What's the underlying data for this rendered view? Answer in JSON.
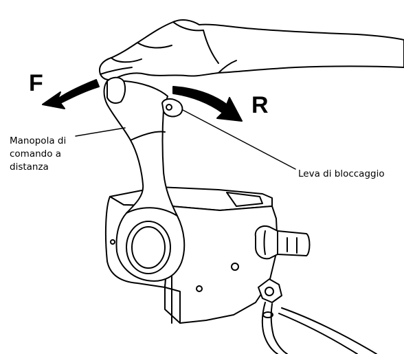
{
  "direction_labels": {
    "forward": "F",
    "reverse": "R"
  },
  "callouts": {
    "remote_handle": [
      "Manopola di",
      "comando a",
      "distanza"
    ],
    "lock_lever": "Leva di bloccaggio"
  },
  "colors": {
    "line": "#000000",
    "fill": "#ffffff"
  },
  "icons": {
    "forward_arrow": "arrow-left-curved",
    "reverse_arrow": "arrow-right-curved"
  }
}
